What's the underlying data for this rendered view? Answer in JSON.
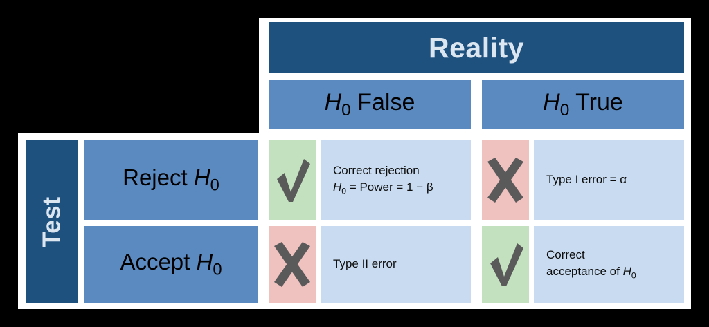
{
  "colors": {
    "dark_blue": "#1F517F",
    "mid_blue": "#5B8AC0",
    "light_blue": "#C8DBF0",
    "green": "#C3E0BF",
    "pink": "#EFC2C0",
    "mark_gray": "#5A5A5A",
    "header_text": "#DCE6F1",
    "page_background": "#000000",
    "panel_background": "#FFFFFF"
  },
  "table": {
    "column_axis_title": "Reality",
    "row_axis_title": "Test",
    "column_headers": [
      {
        "prefix": "H",
        "subscript": "0",
        "suffix": " False",
        "plain": "H0 False"
      },
      {
        "prefix": "H",
        "subscript": "0",
        "suffix": " True",
        "plain": "H0 True"
      }
    ],
    "row_headers": [
      {
        "prefix": "Reject ",
        "var": "H",
        "subscript": "0",
        "plain": "Reject H0"
      },
      {
        "prefix": "Accept ",
        "var": "H",
        "subscript": "0",
        "plain": "Accept H0"
      }
    ],
    "cells": [
      {
        "row": "Reject H0",
        "column": "H0 False",
        "mark": "check-icon",
        "mark_panel_color": "#C3E0BF",
        "line1": "Correct rejection",
        "line2_plain": "H0 = Power = 1 −  β",
        "line2_var": "H",
        "line2_subscript": "0",
        "line2_rest": " = Power = 1 −  β"
      },
      {
        "row": "Reject H0",
        "column": "H0 True",
        "mark": "cross-icon",
        "mark_panel_color": "#EFC2C0",
        "line1": "Type I error = α",
        "line2_plain": "",
        "line2_var": "",
        "line2_subscript": "",
        "line2_rest": ""
      },
      {
        "row": "Accept H0",
        "column": "H0 False",
        "mark": "cross-icon",
        "mark_panel_color": "#EFC2C0",
        "line1": "Type II error",
        "line2_plain": "",
        "line2_var": "",
        "line2_subscript": "",
        "line2_rest": ""
      },
      {
        "row": "Accept H0",
        "column": "H0 True",
        "mark": "check-icon",
        "mark_panel_color": "#C3E0BF",
        "line1": "Correct",
        "line2_plain": "acceptance of H0",
        "line2_var": "H",
        "line2_subscript": "0",
        "line2_rest": "",
        "line2_prefix": "acceptance of "
      }
    ]
  }
}
